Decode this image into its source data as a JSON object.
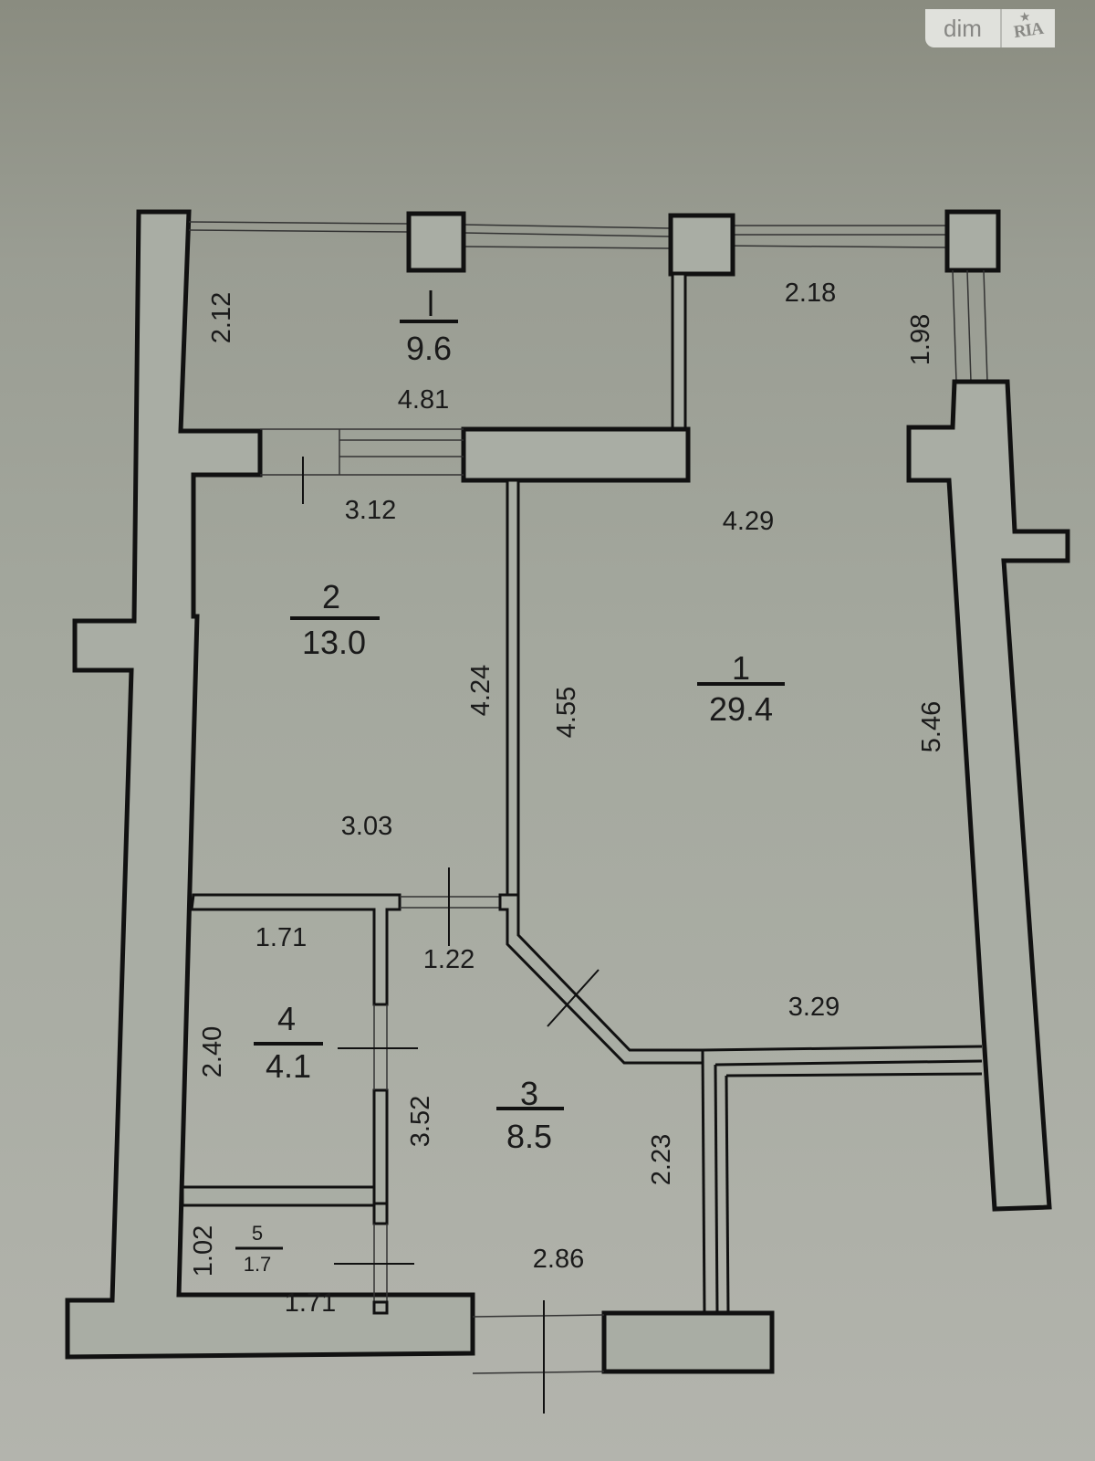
{
  "watermark": {
    "brand_left": "dim",
    "brand_right": "RIA",
    "star_icon": "★"
  },
  "plan": {
    "rooms": [
      {
        "number": "1",
        "area": "29.4",
        "label": "room-1-living"
      },
      {
        "number": "2",
        "area": "13.0",
        "label": "room-2"
      },
      {
        "number": "3",
        "area": "8.5",
        "label": "room-3-hall"
      },
      {
        "number": "4",
        "area": "4.1",
        "label": "room-4"
      },
      {
        "number": "5",
        "area": "1.7",
        "label": "room-5"
      },
      {
        "number": "I",
        "area": "9.6",
        "label": "balcony-I"
      }
    ],
    "dimensions": {
      "balcony_height": "2.12",
      "balcony_width": "4.81",
      "balcony_right_width": "2.18",
      "balcony_right_height": "1.98",
      "room2_top": "3.12",
      "room2_height": "4.24",
      "room2_bottom": "3.03",
      "room1_top": "4.29",
      "room1_left": "4.55",
      "room1_right": "5.46",
      "room1_bottom": "3.29",
      "room4_top": "1.71",
      "room4_height": "2.40",
      "room3_top": "1.22",
      "room3_height": "3.52",
      "room3_right": "2.23",
      "room3_bottom": "2.86",
      "room5_height": "1.02",
      "room5_bottom": "1.71"
    }
  }
}
